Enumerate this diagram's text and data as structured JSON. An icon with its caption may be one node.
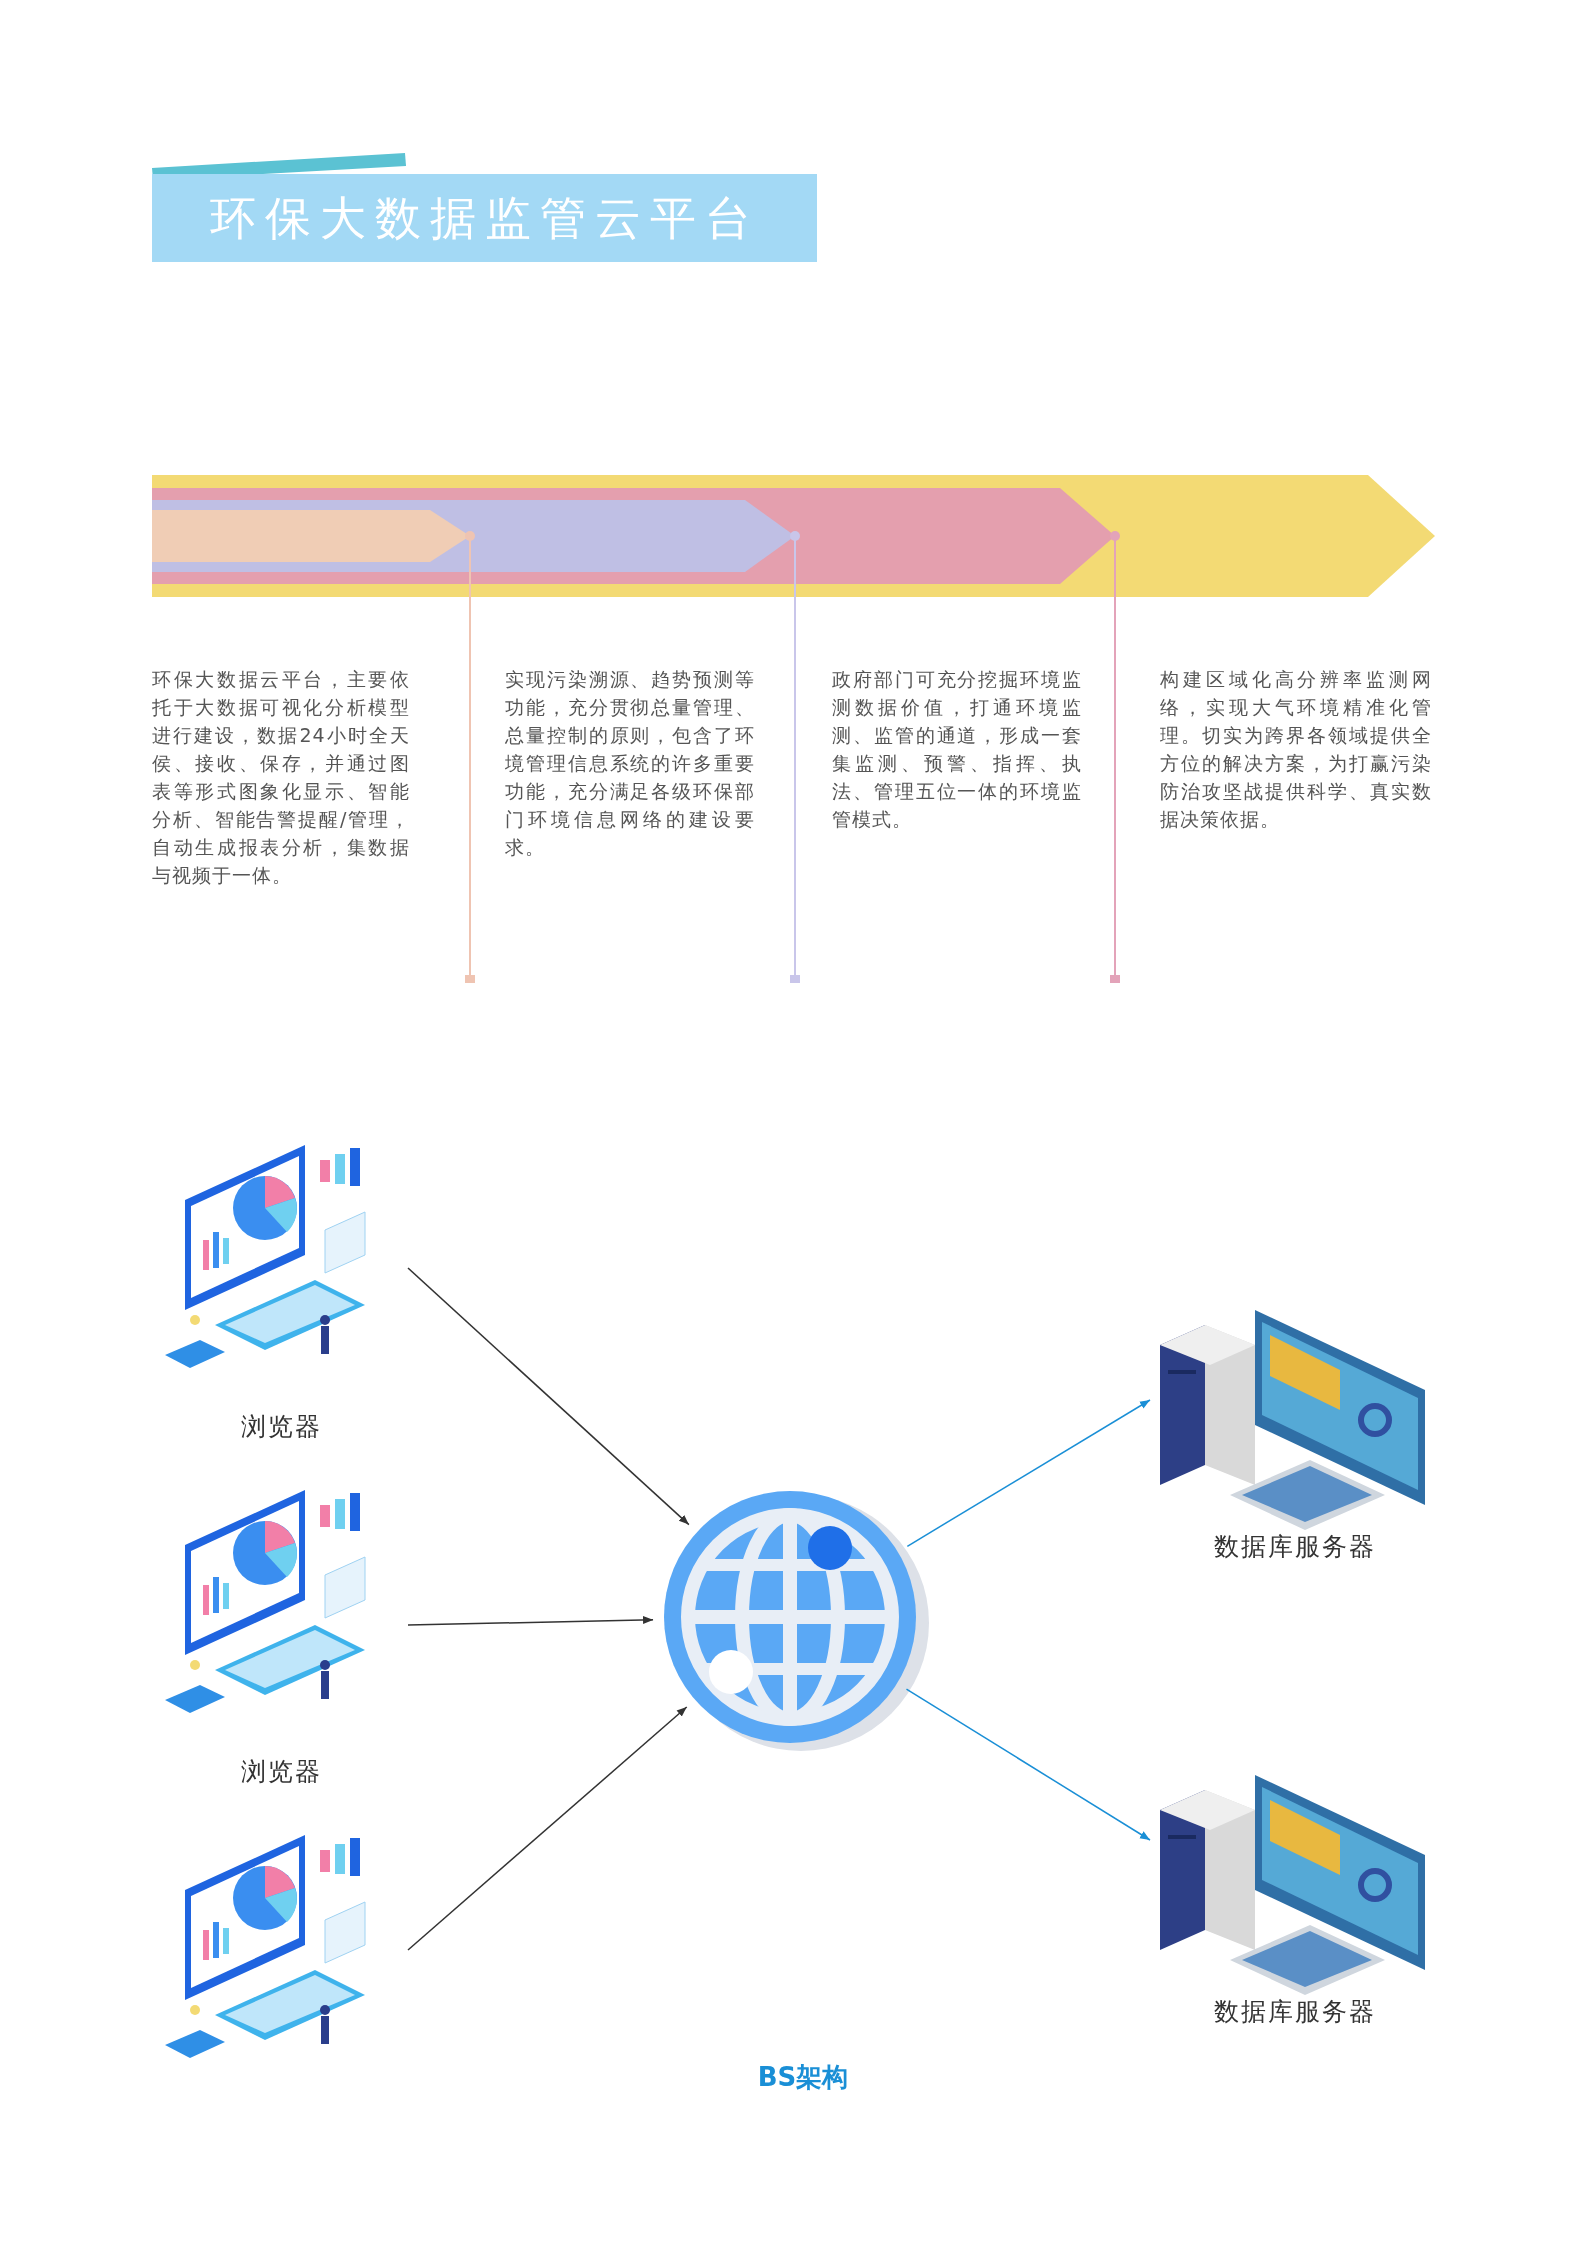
{
  "diagram": {
    "title": "环保大数据监管云平台",
    "caption": "BS架构",
    "nodes": [
      {
        "text": [
          "浏览器"
        ]
      },
      {
        "text": [
          "浏览器"
        ]
      },
      {
        "text": [],
        "shape": "picture"
      },
      {
        "text": [],
        "shape": "picture"
      },
      {
        "text": [
          "数据库服务器"
        ]
      },
      {
        "text": [
          "数据库服务器"
        ]
      }
    ],
    "edges": [
      {
        "from": 0,
        "to": 3,
        "arrow": "to"
      },
      {
        "from": 1,
        "to": 3,
        "arrow": "to"
      },
      {
        "from": 2,
        "to": 3,
        "arrow": "to"
      },
      {
        "from": 3,
        "to": 4,
        "arrow": "to",
        "color": "#1a8fd6"
      },
      {
        "from": 3,
        "to": 5,
        "arrow": "to",
        "color": "#1a8fd6"
      }
    ],
    "labels": [
      "环保大数据云平台，主要依托于大数据可视化分析模型进行建设，数据24小时全天侯、接收、保存，并通过图表等形式图象化显示、智能分析、智能告警提醒/管理，自动生成报表分析，集数据与视频于一体。",
      "实现污染溯源、趋势预测等功能，充分贯彻总量管理、总量控制的原则，包含了环境管理信息系统的许多重要功能，充分满足各级环保部门环境信息网络的建设要求。",
      "政府部门可充分挖掘环境监测数据价值，打通环境监测、监管的通道，形成一套集监测、预警、指挥、执法、管理五位一体的环境监管模式。",
      "构建区域化高分辨率监测网络，实现大气环境精准化管理。切实为跨界各领域提供全方位的解决方案，为打赢污染防治攻坚战提供科学、真实数据决策依据。"
    ]
  }
}
